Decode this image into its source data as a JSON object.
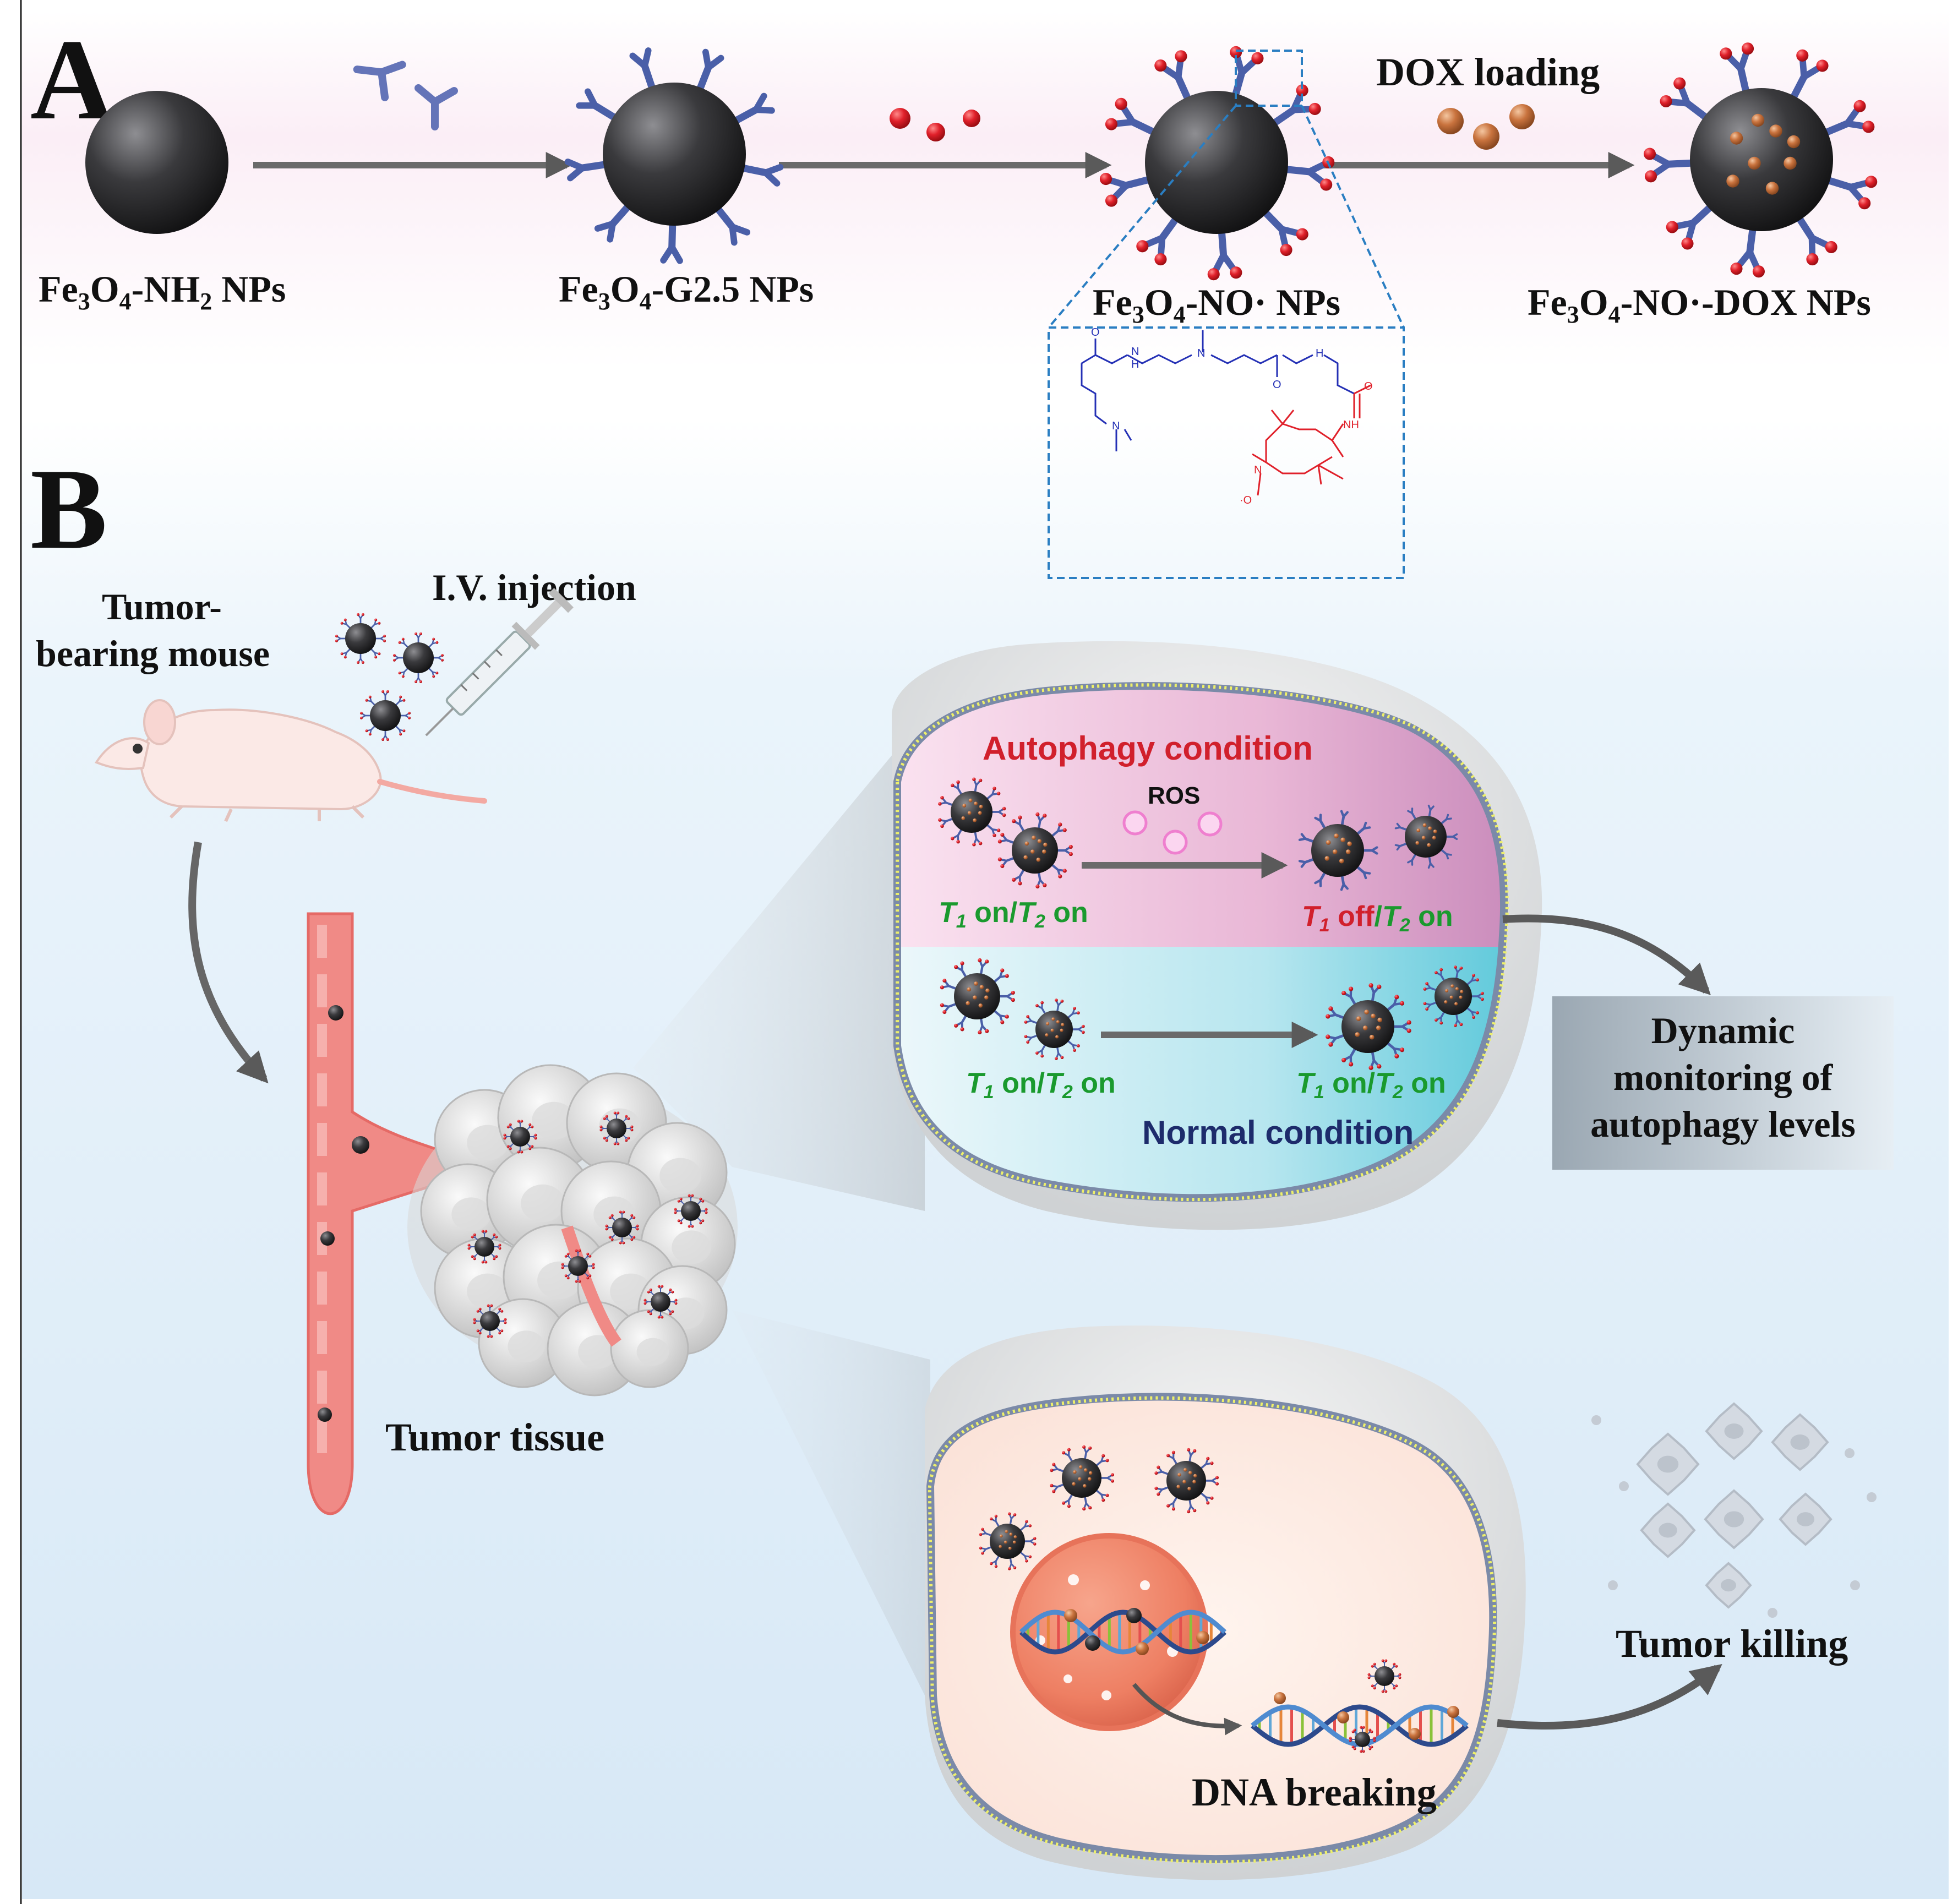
{
  "panel_labels": {
    "a": "A",
    "b": "B"
  },
  "synthesis": {
    "step_label": "DOX loading",
    "np1": {
      "pre": "Fe",
      "s1": "3",
      "mid": "O",
      "s2": "4",
      "post": "-NH",
      "s3": "2",
      "tail": " NPs"
    },
    "np2": {
      "pre": "Fe",
      "s1": "3",
      "mid": "O",
      "s2": "4",
      "post": "-G2.5 NPs"
    },
    "np3": {
      "pre": "Fe",
      "s1": "3",
      "mid": "O",
      "s2": "4",
      "post": "-NO",
      "dot": "·",
      "tail": " NPs"
    },
    "np4": {
      "pre": "Fe",
      "s1": "3",
      "mid": "O",
      "s2": "4",
      "post": "-NO",
      "dot": "·",
      "tail": "-DOX NPs"
    }
  },
  "chem": {
    "n1": "N",
    "nh1": "H",
    "n2": "N",
    "nh2": "H",
    "o1": "O",
    "o2": "O",
    "o3": "O",
    "nh3": "NH",
    "n4": "N",
    "n5": "N",
    "o_rad": "·O"
  },
  "delivery": {
    "mouse_label_1": "Tumor-",
    "mouse_label_2": "bearing mouse",
    "injection": "I.V. injection",
    "tissue": "Tumor tissue"
  },
  "imaging": {
    "autophagy_title": "Autophagy condition",
    "ros": "ROS",
    "normal_title": "Normal condition",
    "t": "T",
    "one": "1",
    "two": "2",
    "on": " on",
    "off": " off",
    "slash": "/",
    "outcome_lines": [
      "Dynamic",
      "monitoring of",
      "autophagy levels"
    ]
  },
  "therapy": {
    "dna": "DNA breaking",
    "killing": "Tumor killing"
  },
  "colors": {
    "autophagy": "#d1202c",
    "normal_title": "#1d2b6b",
    "t_label": "#1a9a2e",
    "t_off": "#d1202c",
    "nanoparticle": "#2f2f31",
    "ligand": "#4a5fa8",
    "nitroxide": "#d8212a",
    "dox": "#c9733e",
    "vessel": "#f08a86",
    "chem_blue": "#2430b5",
    "chem_red": "#e0202a"
  },
  "icons": [
    "syringe-icon",
    "mouse-icon",
    "dna-icon",
    "cell-debris-icon",
    "nanoparticle-icon"
  ]
}
